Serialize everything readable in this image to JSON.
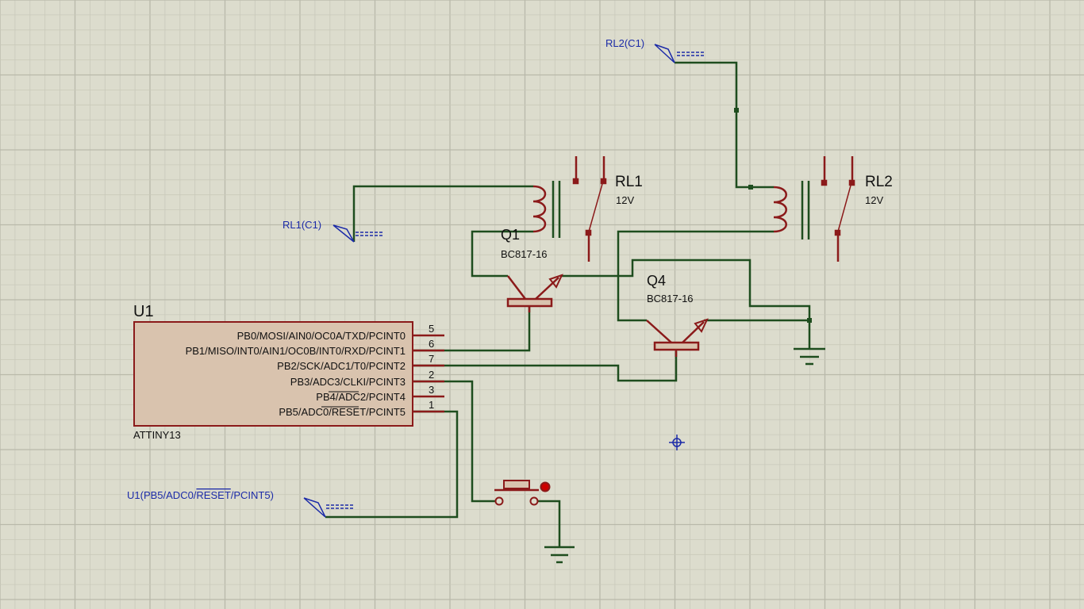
{
  "u1": {
    "ref": "U1",
    "part": "ATTINY13",
    "pins": [
      {
        "name": "PB0/MOSI/AIN0/OC0A/TXD/PCINT0",
        "num": "5"
      },
      {
        "name": "PB1/MISO/INT0/AIN1/OC0B/INT0/RXD/PCINT1",
        "num": "6"
      },
      {
        "name": "PB2/SCK/ADC1/T0/PCINT2",
        "num": "7"
      },
      {
        "name": "PB3/ADC3/CLKI/PCINT3",
        "num": "2"
      },
      {
        "name": "PB4/ADC2/PCINT4",
        "num": "3"
      },
      {
        "name": "PB5/ADC0/RESET/PCINT5",
        "num": "1"
      }
    ]
  },
  "q1": {
    "ref": "Q1",
    "part": "BC817-16"
  },
  "q4": {
    "ref": "Q4",
    "part": "BC817-16"
  },
  "rl1": {
    "ref": "RL1",
    "value": "12V"
  },
  "rl2": {
    "ref": "RL2",
    "value": "12V"
  },
  "terminals": {
    "rl2_c1": "RL2(C1)",
    "rl1_c1": "RL1(C1)",
    "u1_pb5_prefix": "U1(PB5/ADC0/",
    "u1_pb5_over": "RESET",
    "u1_pb5_suffix": "/PCINT5)"
  },
  "colors": {
    "background": "#dcdccd",
    "grid_minor": "#c9c9ba",
    "grid_major": "#b9b9aa",
    "wire": "#1e4d1e",
    "component": "#8b1a1a",
    "component_fill": "#d9c3ae",
    "label_dark": "#111111",
    "terminal_blue": "#1c2ba8"
  }
}
